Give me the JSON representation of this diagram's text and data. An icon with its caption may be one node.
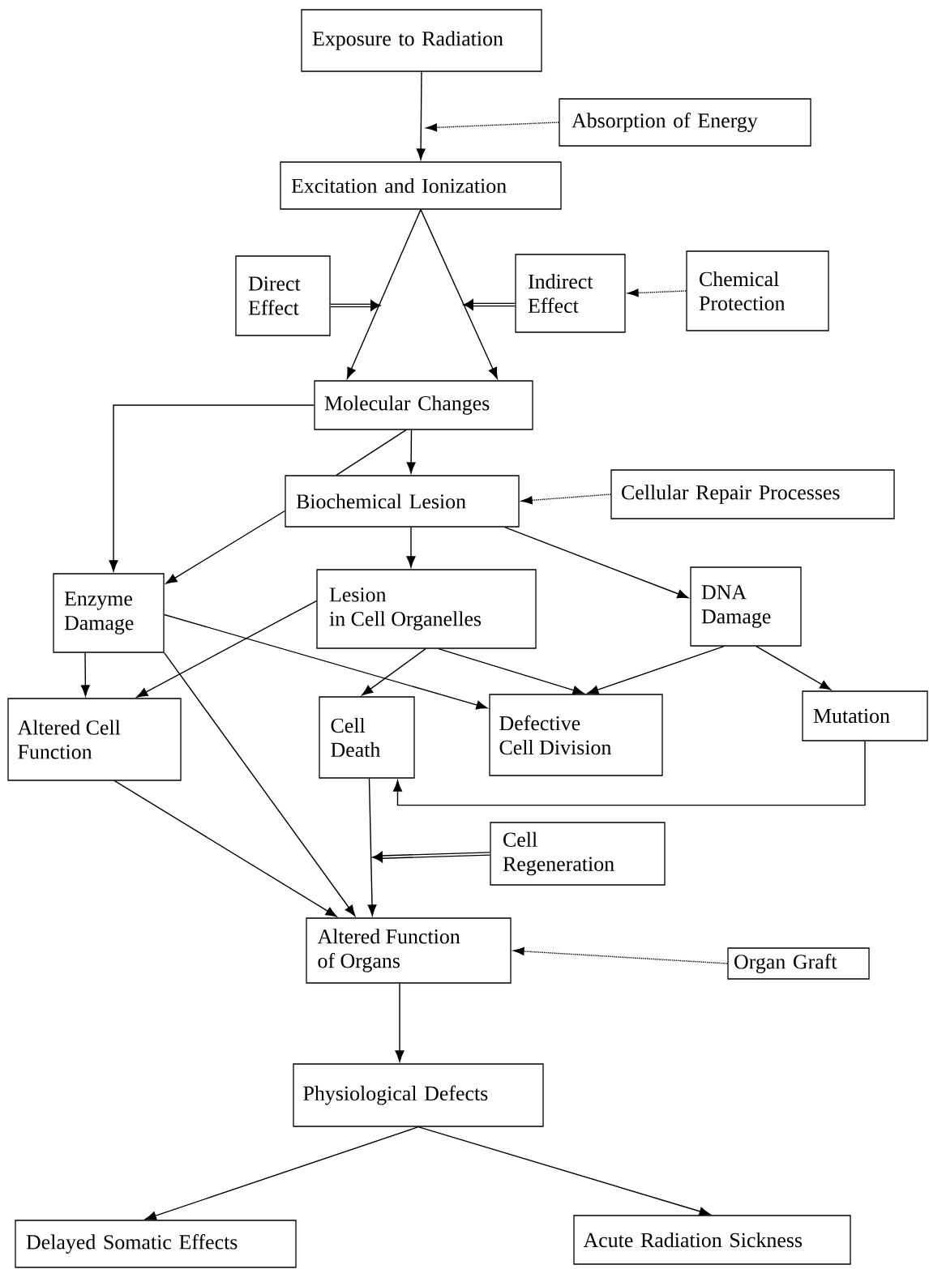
{
  "diagram": {
    "nodes": [
      {
        "text": [
          "Exposure to Radiation"
        ]
      },
      {
        "text": [
          "Absorption of Energy"
        ]
      },
      {
        "text": [
          "Excitation and Ionization"
        ]
      },
      {
        "text": [
          "Direct Effect"
        ]
      },
      {
        "text": [
          "Indirect Effect"
        ]
      },
      {
        "text": [
          "Chemical Protection"
        ]
      },
      {
        "text": [
          "Molecular Changes"
        ]
      },
      {
        "text": [
          "Biochemical Lesion"
        ]
      },
      {
        "text": [
          "Cellular Repair Processes"
        ]
      },
      {
        "text": [
          "Enzyme Damage"
        ]
      },
      {
        "text": [
          "Lesion in Cell Organelles"
        ]
      },
      {
        "text": [
          "DNA Damage"
        ]
      },
      {
        "text": [
          "Altered Cell Function"
        ]
      },
      {
        "text": [
          "Cell Death"
        ]
      },
      {
        "text": [
          "Defective Cell Division"
        ]
      },
      {
        "text": [
          "Mutation"
        ]
      },
      {
        "text": [
          "Cell Regeneration"
        ]
      },
      {
        "text": [
          "Altered Function of Organs"
        ]
      },
      {
        "text": [
          "Organ Graft"
        ]
      },
      {
        "text": [
          "Physiological Defects"
        ]
      },
      {
        "text": [
          "Delayed Somatic Effects"
        ]
      },
      {
        "text": [
          "Acute Radiation Sickness"
        ]
      }
    ],
    "edges": [
      {
        "from": 0,
        "to": 2,
        "arrow": "to"
      },
      {
        "from": 1,
        "to": null,
        "arrow": "to",
        "style": "dashed"
      },
      {
        "from": 2,
        "to": 6,
        "arrow": "to"
      },
      {
        "from": 2,
        "to": 6,
        "arrow": "to"
      },
      {
        "from": 3,
        "to": null,
        "arrow": "to",
        "style": "thick"
      },
      {
        "from": 4,
        "to": null,
        "arrow": "to",
        "style": "thick"
      },
      {
        "from": 5,
        "to": 4,
        "arrow": "to",
        "style": "dashed"
      },
      {
        "from": 6,
        "to": 9,
        "arrow": "to"
      },
      {
        "from": 6,
        "to": 7,
        "arrow": "none"
      },
      {
        "from": 6,
        "to": 7,
        "arrow": "to"
      },
      {
        "from": 8,
        "to": 7,
        "arrow": "to",
        "style": "dashed"
      },
      {
        "from": 7,
        "to": 9,
        "arrow": "to"
      },
      {
        "from": 7,
        "to": 10,
        "arrow": "to"
      },
      {
        "from": 7,
        "to": 11,
        "arrow": "to"
      },
      {
        "from": 9,
        "to": 12,
        "arrow": "to"
      },
      {
        "from": 10,
        "to": 12,
        "arrow": "to"
      },
      {
        "from": 9,
        "to": 14,
        "arrow": "to"
      },
      {
        "from": 9,
        "to": 17,
        "arrow": "to"
      },
      {
        "from": 10,
        "to": 13,
        "arrow": "to"
      },
      {
        "from": 10,
        "to": 14,
        "arrow": "to"
      },
      {
        "from": 11,
        "to": 14,
        "arrow": "to"
      },
      {
        "from": 11,
        "to": 15,
        "arrow": "to"
      },
      {
        "from": 15,
        "to": 13,
        "arrow": "to"
      },
      {
        "from": 12,
        "to": 17,
        "arrow": "to"
      },
      {
        "from": 13,
        "to": 17,
        "arrow": "to"
      },
      {
        "from": 16,
        "to": null,
        "arrow": "to",
        "style": "thick"
      },
      {
        "from": 18,
        "to": 17,
        "arrow": "to",
        "style": "dashed"
      },
      {
        "from": 17,
        "to": 19,
        "arrow": "to"
      },
      {
        "from": 19,
        "to": 20,
        "arrow": "to"
      },
      {
        "from": 19,
        "to": 21,
        "arrow": "to"
      }
    ]
  }
}
